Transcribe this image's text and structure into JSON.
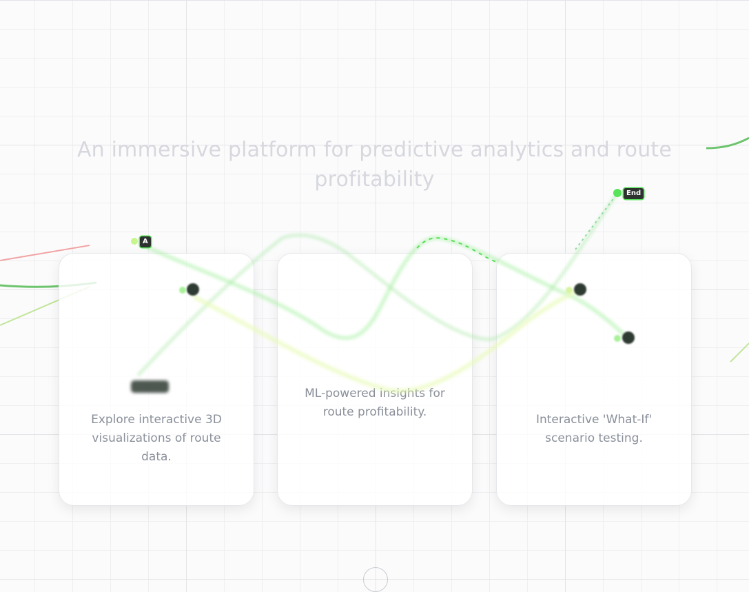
{
  "hero": {
    "line1": "An immersive platform for predictive analytics and route",
    "line2": "profitability"
  },
  "cards": [
    {
      "icon": "chart-icon",
      "title": "Analytics Dashboard",
      "description": "Explore interactive 3D visualizations of route data."
    },
    {
      "icon": "brain-icon",
      "title": "",
      "description": "ML-powered insights for route profitability."
    },
    {
      "icon": "sliders-icon",
      "title": "",
      "description": "Interactive 'What-If' scenario testing."
    }
  ],
  "route_markers": {
    "start_label": "A",
    "end_label": "End"
  },
  "colors": {
    "route_green": "#5ee35e",
    "route_light": "#d9f7a8",
    "route_red": "#f0a0a0",
    "text_muted": "#8a8f9a"
  }
}
